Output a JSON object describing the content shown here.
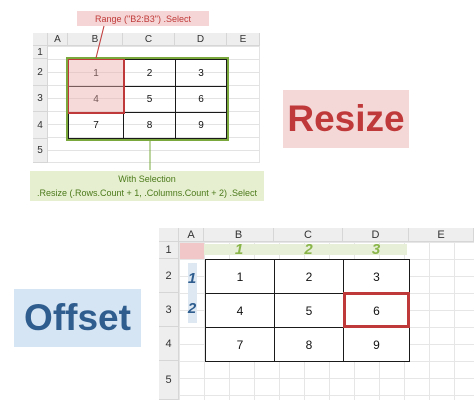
{
  "top_sheet": {
    "col_headers": [
      "A",
      "B",
      "C",
      "D",
      "E"
    ],
    "row_headers": [
      "1",
      "2",
      "3",
      "4",
      "5"
    ],
    "values": [
      [
        "1",
        "2",
        "3"
      ],
      [
        "4",
        "5",
        "6"
      ],
      [
        "7",
        "8",
        "9"
      ]
    ],
    "range_callout": "Range (\"B2:B3\") .Select",
    "resize_callout": {
      "line1": "With Selection",
      "line2": ".Resize (.Rows.Count + 1, .Columns.Count + 2) .Select"
    }
  },
  "labels": {
    "resize": "Resize",
    "offset": "Offset"
  },
  "bottom_sheet": {
    "col_headers": [
      "A",
      "B",
      "C",
      "D",
      "E"
    ],
    "row_headers": [
      "1",
      "2",
      "3",
      "4",
      "5"
    ],
    "values": [
      [
        "1",
        "2",
        "3"
      ],
      [
        "4",
        "5",
        "6"
      ],
      [
        "7",
        "8",
        "9"
      ]
    ],
    "col_offsets": [
      "1",
      "2",
      "3"
    ],
    "row_offsets": [
      "1",
      "2"
    ]
  },
  "colors": {
    "selection_red": "#c0393a",
    "resize_green": "#7aa83c",
    "offset_blue": "#2e5d8e",
    "offset_col_green": "#8ab54a",
    "header_gray": "#eeeeee"
  }
}
